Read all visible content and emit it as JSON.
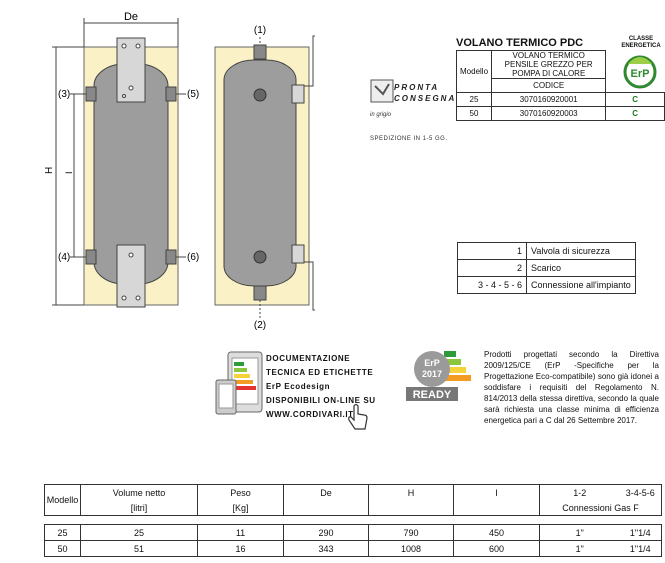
{
  "drawing": {
    "label_de": "De",
    "label_h": "H",
    "label_i": "I",
    "label_3": "(3)",
    "label_4": "(4)",
    "label_5": "(5)",
    "label_6": "(6)",
    "label_1": "(1)",
    "label_2": "(2)"
  },
  "product": {
    "title": "VOLANO TERMICO PDC",
    "erp_header": [
      "CLASSE",
      "ENERGETICA"
    ],
    "erp_badge": "ErP",
    "col_model": "Modello",
    "col_desc": "VOLANO TERMICO PENSILE GREZZO PER POMPA DI CALORE",
    "col_code": "CODICE",
    "rows": [
      {
        "model": "25",
        "code": "3070160920001",
        "class": "C"
      },
      {
        "model": "50",
        "code": "3070160920003",
        "class": "C"
      }
    ]
  },
  "pronta": {
    "line1": "PRONTA",
    "line2": "CONSEGNA",
    "badge": "in grigio",
    "shipping": "SPEDIZIONE IN 1-5 GG."
  },
  "legend": [
    {
      "num": "1",
      "text": "Valvola di sicurezza"
    },
    {
      "num": "2",
      "text": "Scarico"
    },
    {
      "num": "3 - 4 - 5 - 6",
      "text": "Connessione all'impianto"
    }
  ],
  "documentation": {
    "line1": "Documentazione",
    "line2": "tecnica ed etichette",
    "line3": "ErP Ecodesign",
    "line4": "disponibili on-line su",
    "line5": "www.cordivari.it"
  },
  "erp_ready": {
    "badge_top": "ErP",
    "badge_year": "2017",
    "badge_word": "READY",
    "text": "Prodotti progettati secondo la Direttiva 2009/125/CE (ErP -Specifiche per la Progettazione Eco-compatibile) sono già idonei a soddisfare i requisiti del Regolamento N. 814/2013 della stessa direttiva, secondo la quale sarà richiesta una classe minima di efficienza energetica pari a C dal 26 Settembre 2017."
  },
  "specs": {
    "headers": [
      "Modello",
      "Volume netto",
      "Peso",
      "De",
      "H",
      "I",
      "1-2",
      "3-4-5-6"
    ],
    "units": [
      "",
      "[litri]",
      "[Kg]",
      "",
      "",
      "",
      "Connessioni Gas F",
      ""
    ],
    "rows": [
      [
        "25",
        "25",
        "11",
        "290",
        "790",
        "450",
        "1\"",
        "1\"1/4"
      ],
      [
        "50",
        "51",
        "16",
        "343",
        "1008",
        "600",
        "1\"",
        "1\"1/4"
      ]
    ]
  }
}
